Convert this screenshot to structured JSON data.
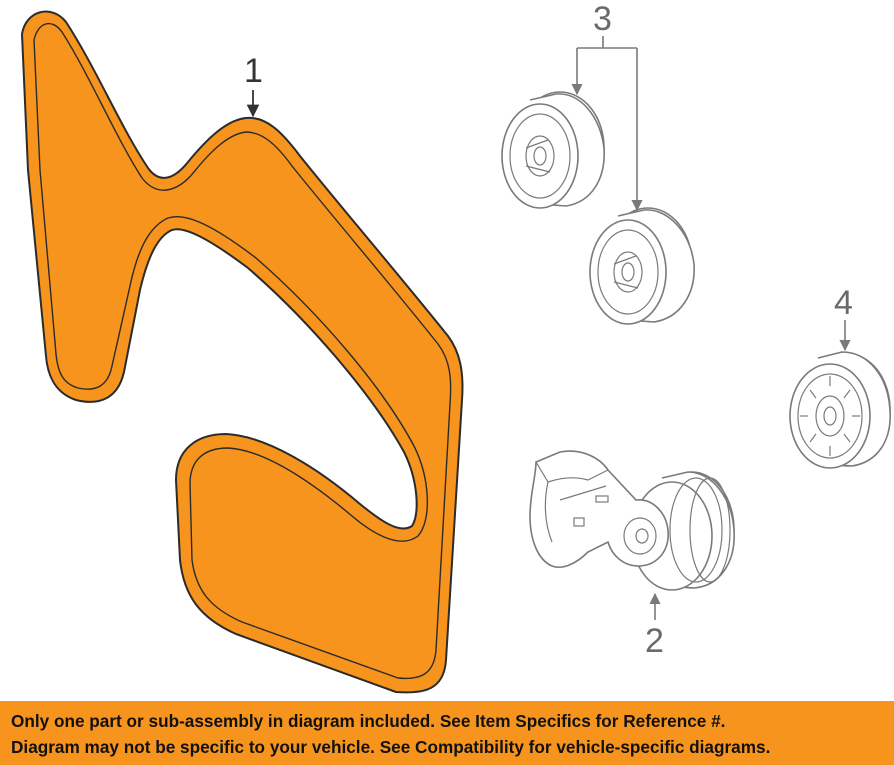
{
  "diagram": {
    "colors": {
      "highlight": "#f7941d",
      "outline": "#2b2b2b",
      "parts": "#7a7a7a"
    },
    "callouts": [
      {
        "id": "1",
        "label": "1",
        "part": "serpentine-belt",
        "highlighted": true
      },
      {
        "id": "2",
        "label": "2",
        "part": "belt-tensioner"
      },
      {
        "id": "3",
        "label": "3",
        "part": "idler-pulley-pair"
      },
      {
        "id": "4",
        "label": "4",
        "part": "idler-pulley"
      }
    ]
  },
  "banner": {
    "line1": "Only one part or sub-assembly in diagram included. See Item Specifics for Reference #.",
    "line2": "Diagram may not be specific to your vehicle. See Compatibility for vehicle-specific diagrams."
  }
}
